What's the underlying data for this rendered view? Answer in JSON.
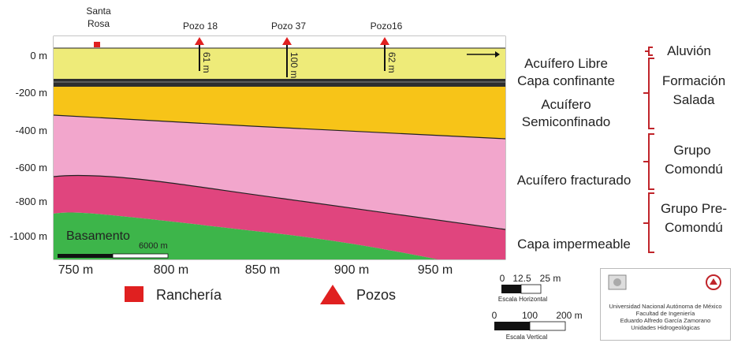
{
  "y_axis": {
    "ticks": [
      "0 m",
      "-200 m",
      "-400 m",
      "-600 m",
      "-800 m",
      "-1000 m"
    ]
  },
  "x_axis": {
    "ticks": [
      "750 m",
      "800 m",
      "850 m",
      "900 m",
      "950 m"
    ]
  },
  "locality": {
    "name_line1": "Santa",
    "name_line2": "Rosa"
  },
  "wells": [
    {
      "name": "Pozo 18",
      "depth": "61 m"
    },
    {
      "name": "Pozo 37",
      "depth": "100 m"
    },
    {
      "name": "Pozo16",
      "depth": "62 m"
    }
  ],
  "layers": [
    {
      "label": "Acuífero Libre",
      "color": "#EEEB79"
    },
    {
      "label": "Capa confinante",
      "color": "#2E2E2E"
    },
    {
      "label_line1": "Acuífero",
      "label_line2": "Semiconfinado",
      "color": "#F7C418"
    },
    {
      "label": "Acuífero fracturado",
      "color": "#F2A6CC"
    },
    {
      "label": "Capa impermeable",
      "color": "#E0457E"
    },
    {
      "label": "Basamento",
      "color": "#3DB54A"
    }
  ],
  "scale_bar_label": "6000 m",
  "geologic_units": [
    {
      "line1": "Aluvión"
    },
    {
      "line1": "Formación",
      "line2": "Salada"
    },
    {
      "line1": "Grupo",
      "line2": "Comondú"
    },
    {
      "line1": "Grupo Pre-",
      "line2": "Comondú"
    }
  ],
  "legend": {
    "rancheria": "Ranchería",
    "pozos": "Pozos",
    "rancheria_color": "#E02020",
    "pozos_color": "#E02020"
  },
  "scales": {
    "horizontal_ticks": [
      "0",
      "12.5",
      "25 m"
    ],
    "horizontal_label": "Escala Horizontal",
    "vertical_ticks": [
      "0",
      "100",
      "200 m"
    ],
    "vertical_label": "Escala Vertical"
  },
  "credits": [
    "Universidad Nacional Autónoma de México",
    "Facultad de Ingeniería",
    "Eduardo Alfredo García Zamorano",
    "Unidades Hidrogeológicas"
  ],
  "colors": {
    "bracket": "#C0242A"
  }
}
